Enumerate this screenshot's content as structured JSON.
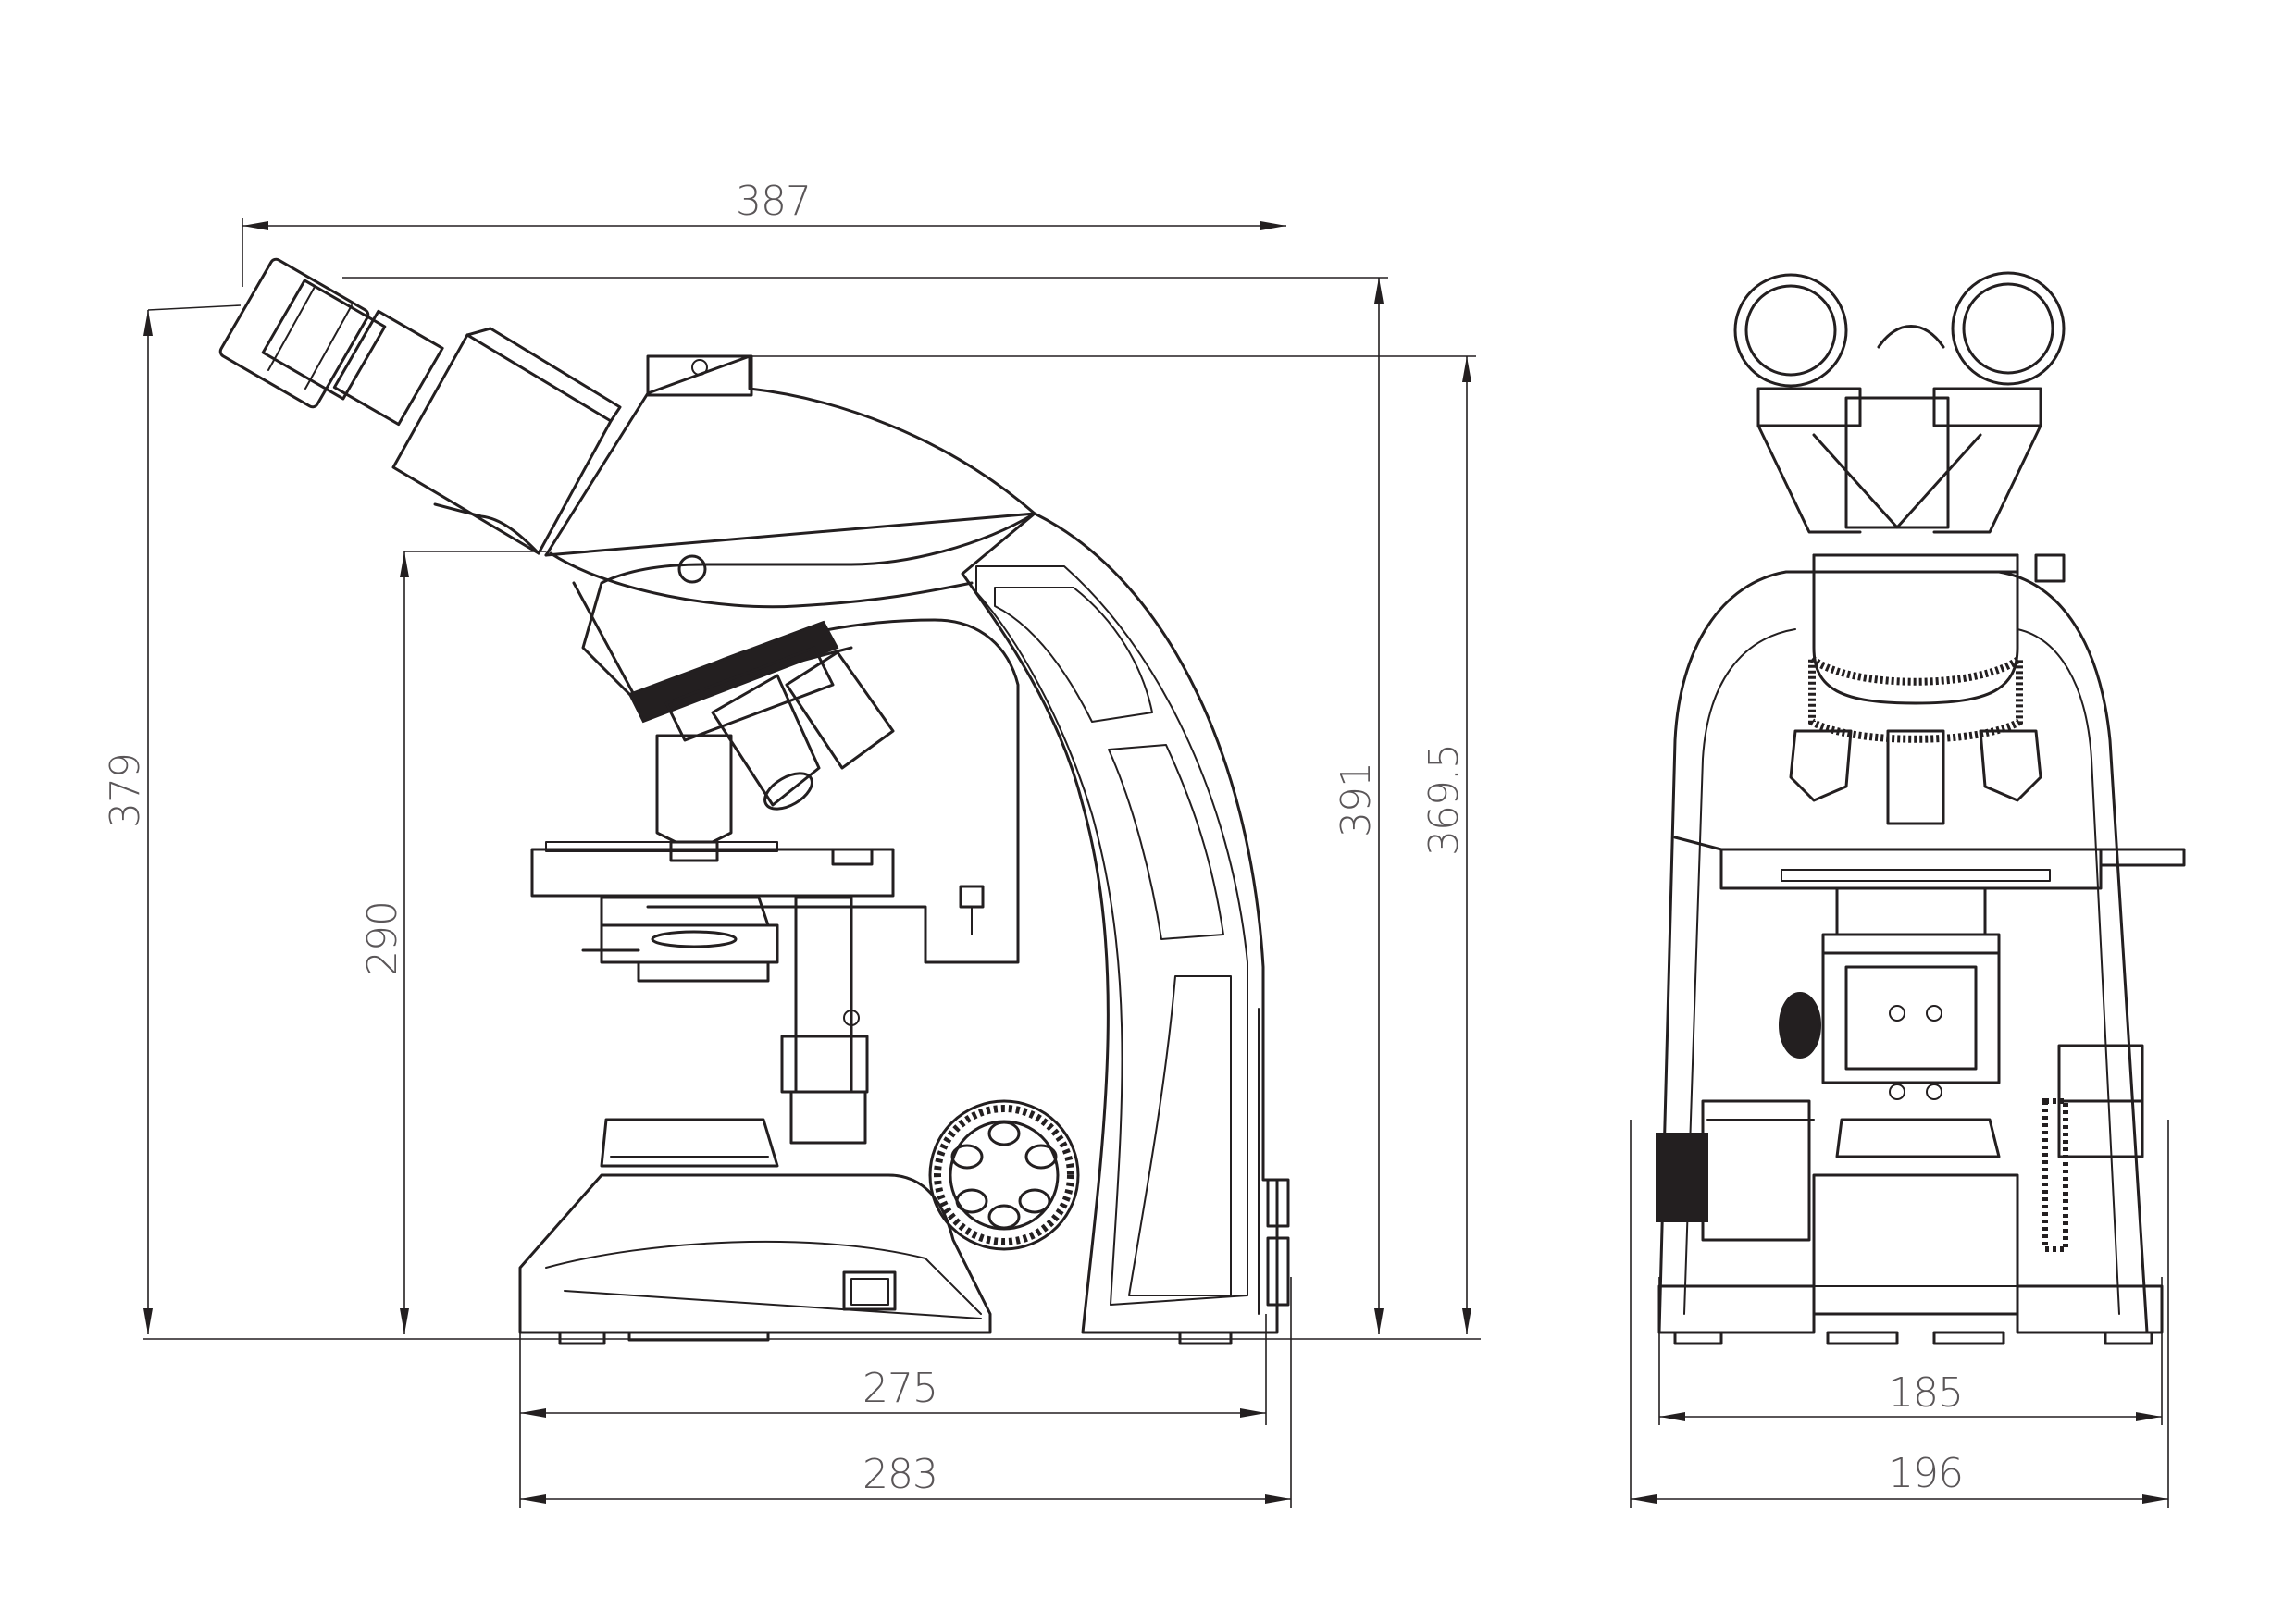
{
  "dimensions": {
    "overall_width_top": "387",
    "overall_height_left": "379",
    "stage_height": "290",
    "overall_height": "391",
    "height_to_head": "369.5",
    "base_depth": "275",
    "overall_depth": "283",
    "front_base_width": "185",
    "front_overall_width": "196"
  },
  "colors": {
    "line": "#231f20",
    "dim_text": "#5a5658"
  }
}
